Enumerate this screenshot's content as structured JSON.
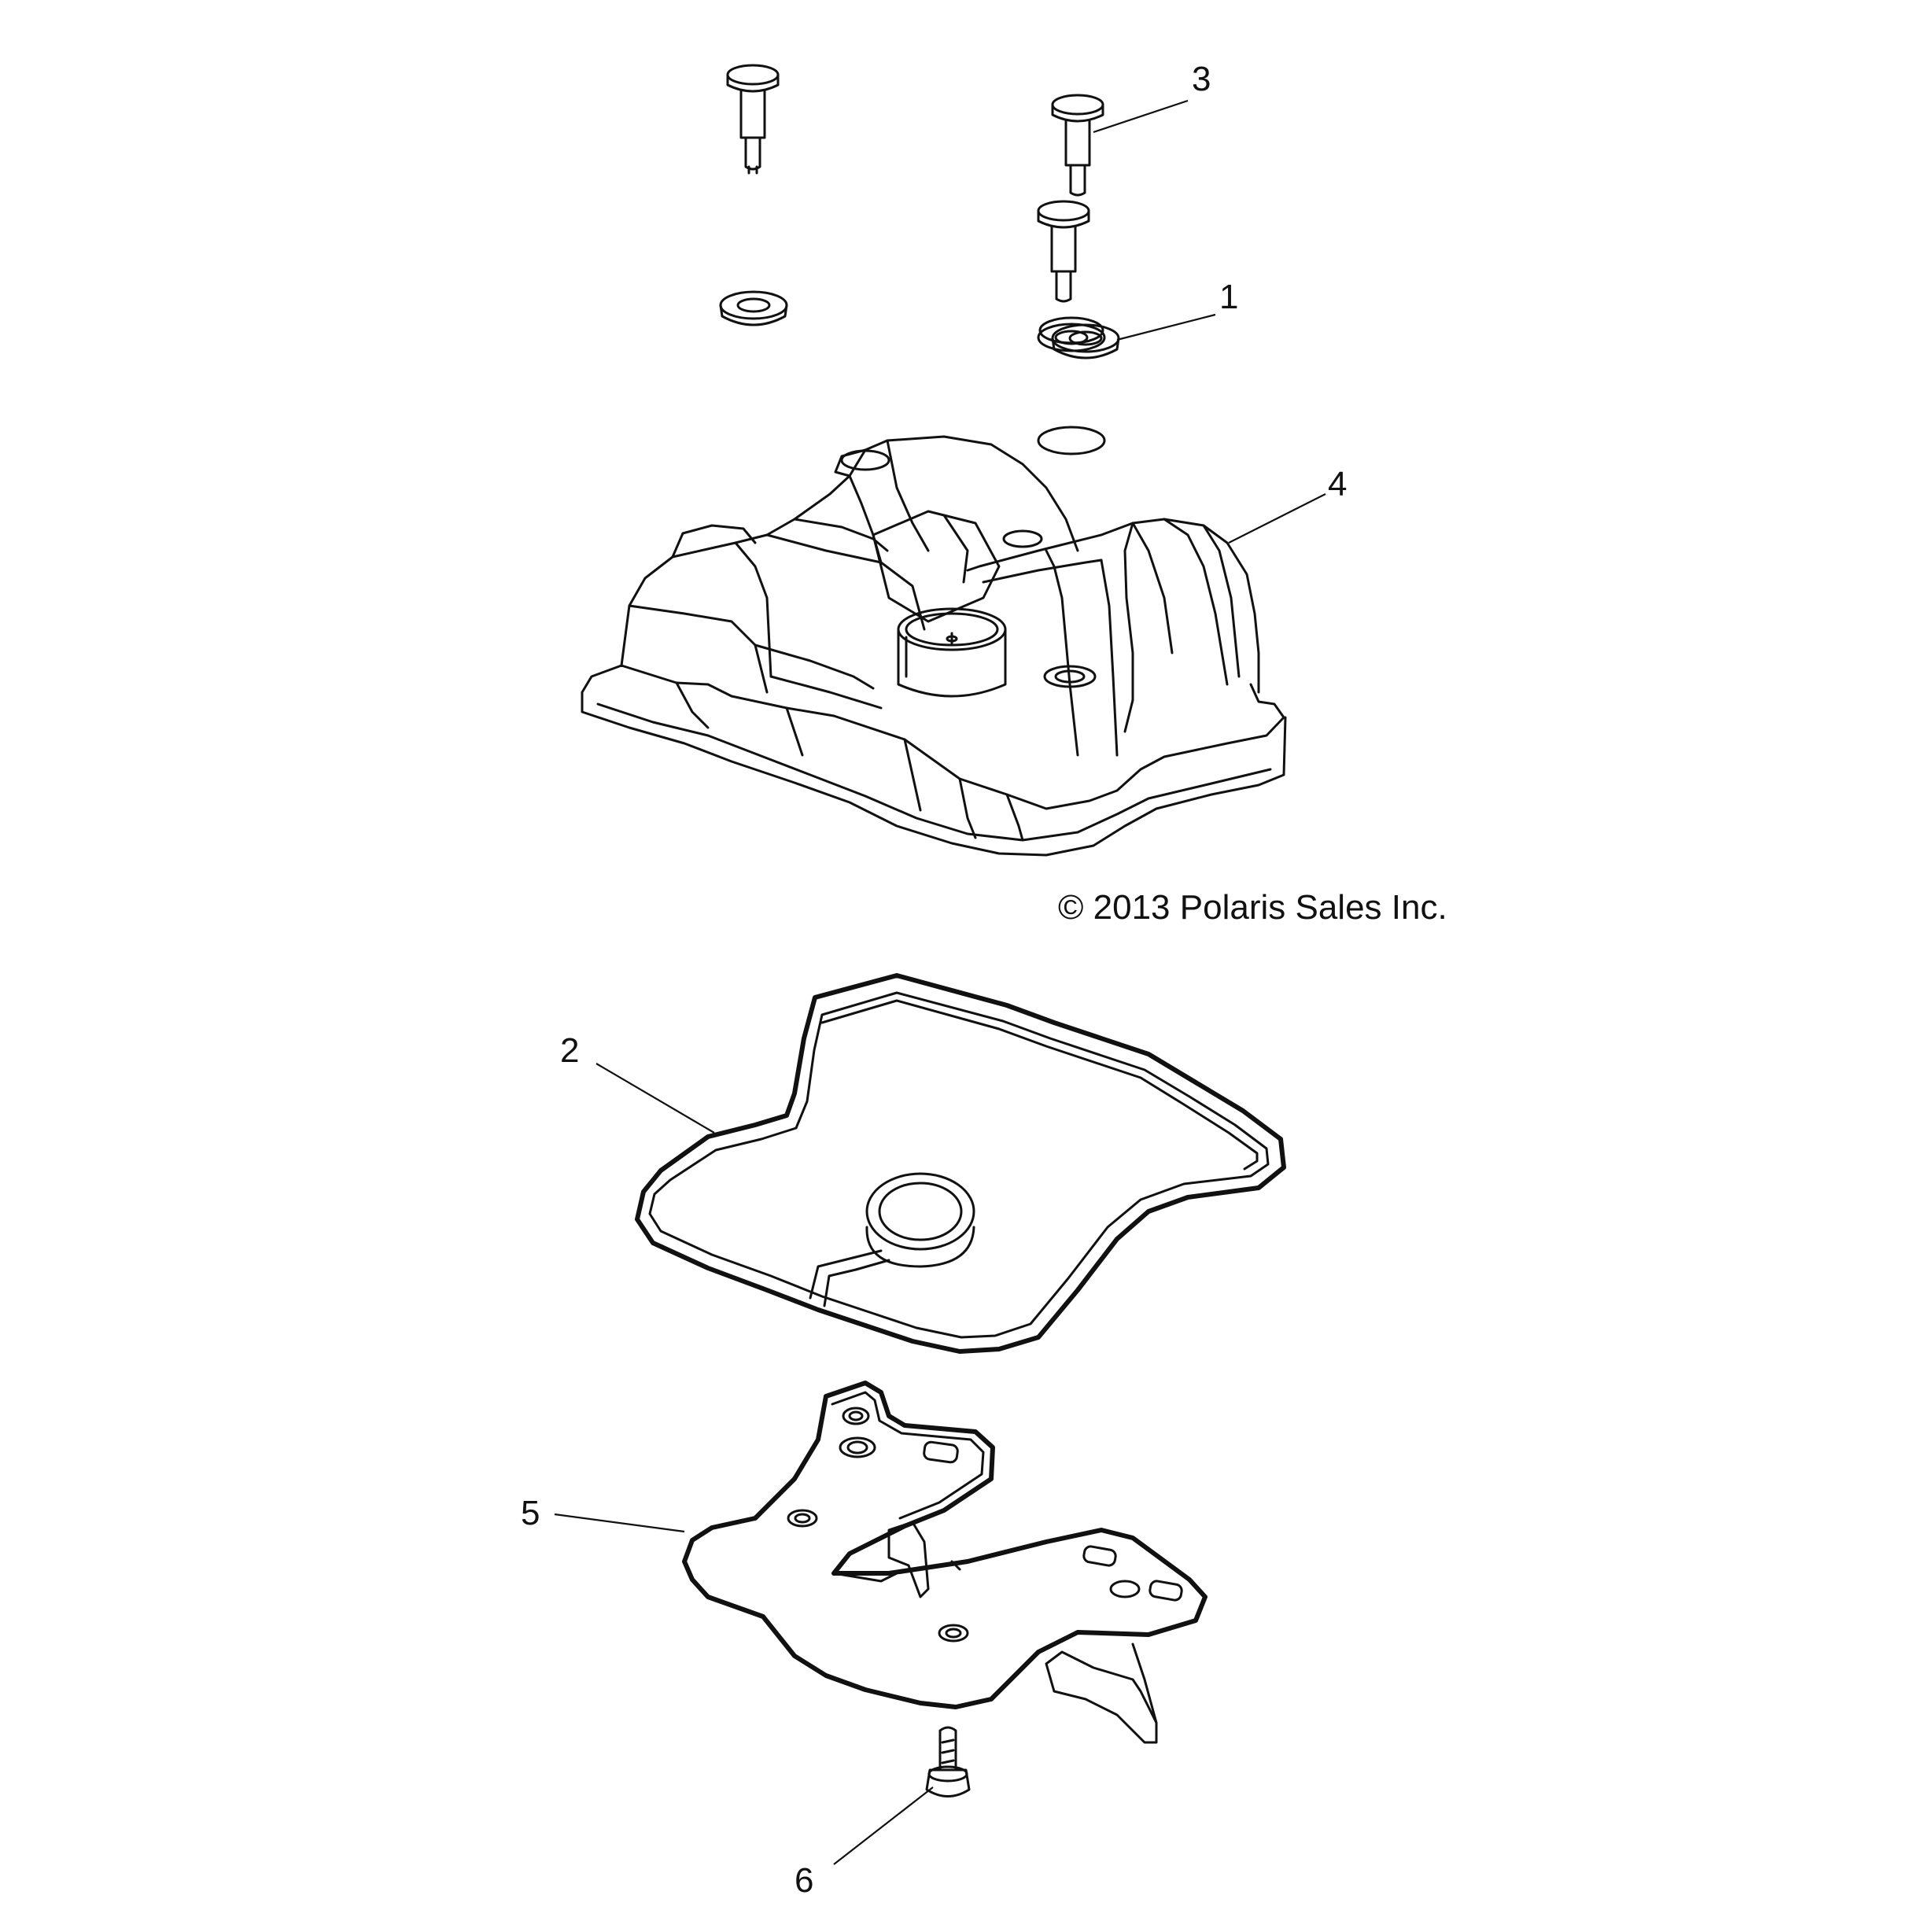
{
  "copyright": "© 2013 Polaris Sales Inc.",
  "callouts": [
    {
      "id": "1",
      "label": "1"
    },
    {
      "id": "2",
      "label": "2"
    },
    {
      "id": "3",
      "label": "3"
    },
    {
      "id": "4",
      "label": "4"
    },
    {
      "id": "5",
      "label": "5"
    },
    {
      "id": "6",
      "label": "6"
    }
  ]
}
